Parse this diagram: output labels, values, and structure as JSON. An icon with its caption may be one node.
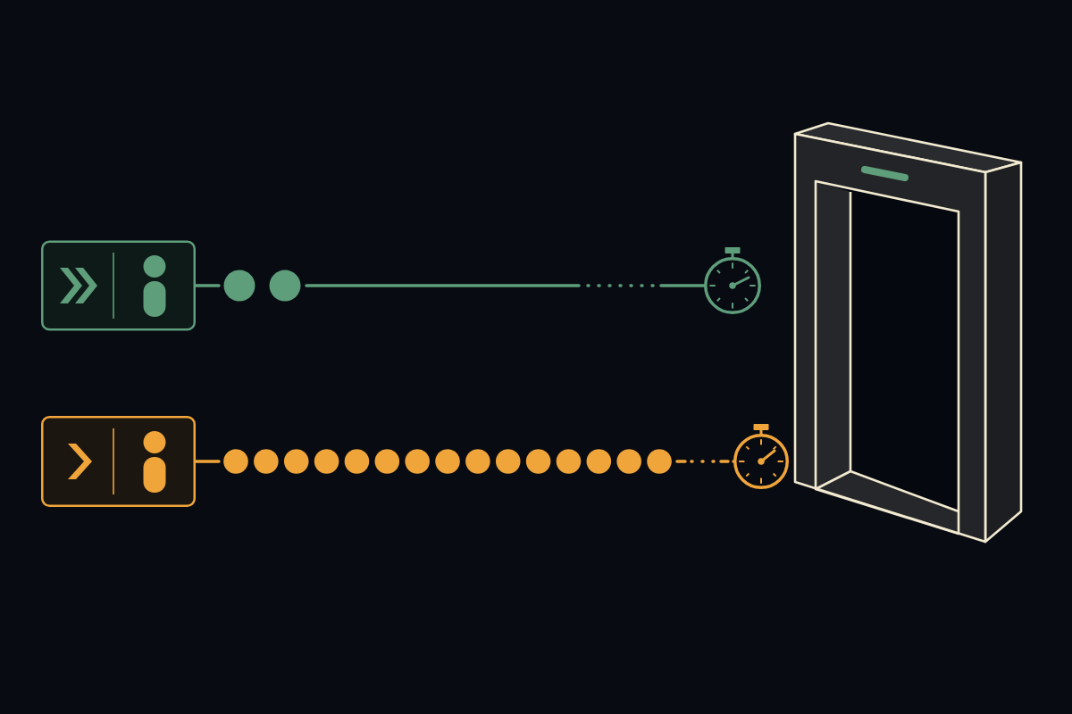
{
  "diagram": {
    "nodes": [
      {
        "text": [],
        "shape": "box"
      },
      {
        "text": [],
        "shape": "picture"
      },
      {
        "text": [],
        "shape": "box"
      },
      {
        "text": [],
        "shape": "picture"
      },
      {
        "text": [],
        "shape": "picture"
      }
    ],
    "edges": [
      {
        "from": 0,
        "to": 1,
        "arrow": "none",
        "color": "#5e9e7b"
      },
      {
        "from": 2,
        "to": 3,
        "arrow": "none",
        "color": "#f0a53a"
      }
    ]
  }
}
